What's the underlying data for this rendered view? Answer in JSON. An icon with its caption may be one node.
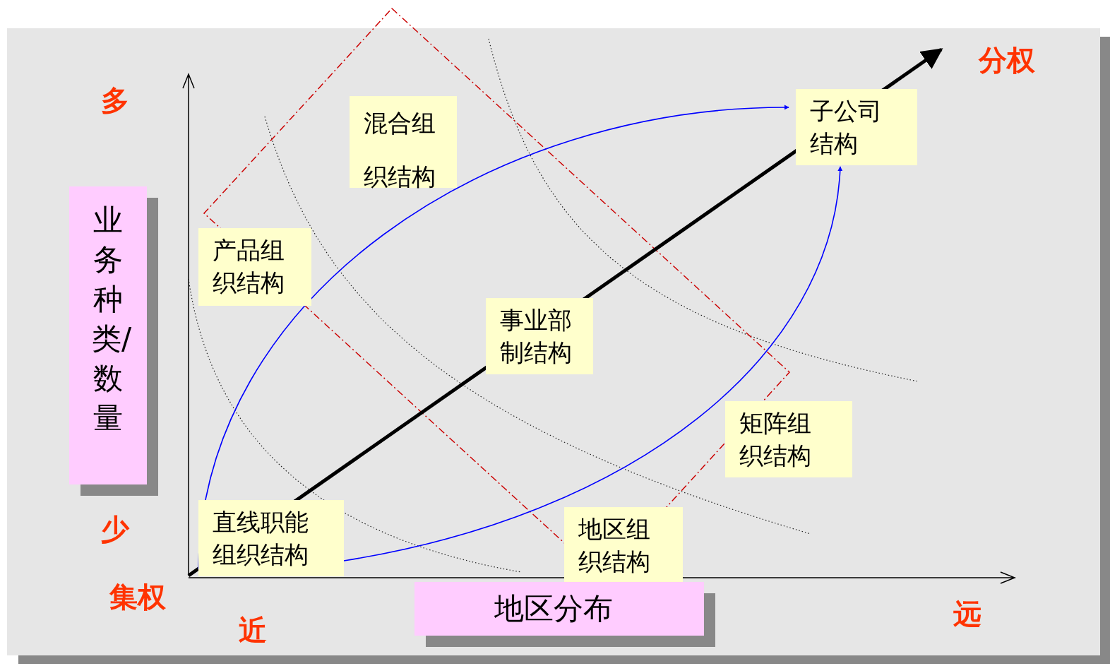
{
  "diagram": {
    "nodes": [
      {
        "text": [
          "混合组织结构"
        ]
      },
      {
        "text": [
          "子公司结构"
        ]
      },
      {
        "text": [
          "产品组织结构"
        ]
      },
      {
        "text": [
          "事业部制结构"
        ]
      },
      {
        "text": [
          "矩阵组织结构"
        ]
      },
      {
        "text": [
          "直线职能组织结构"
        ]
      },
      {
        "text": [
          "地区组织结构"
        ]
      },
      {
        "text": [
          "业务种类/数量"
        ]
      },
      {
        "text": [
          "地区分布"
        ]
      }
    ],
    "edges": [
      {
        "from": 5,
        "to": 1,
        "arrow": "to",
        "color": "#0000ff"
      },
      {
        "from": 5,
        "to": 1,
        "arrow": "to",
        "color": "#0000ff"
      }
    ],
    "labels": [
      "分权",
      "多",
      "少",
      "集权",
      "近",
      "远"
    ]
  }
}
